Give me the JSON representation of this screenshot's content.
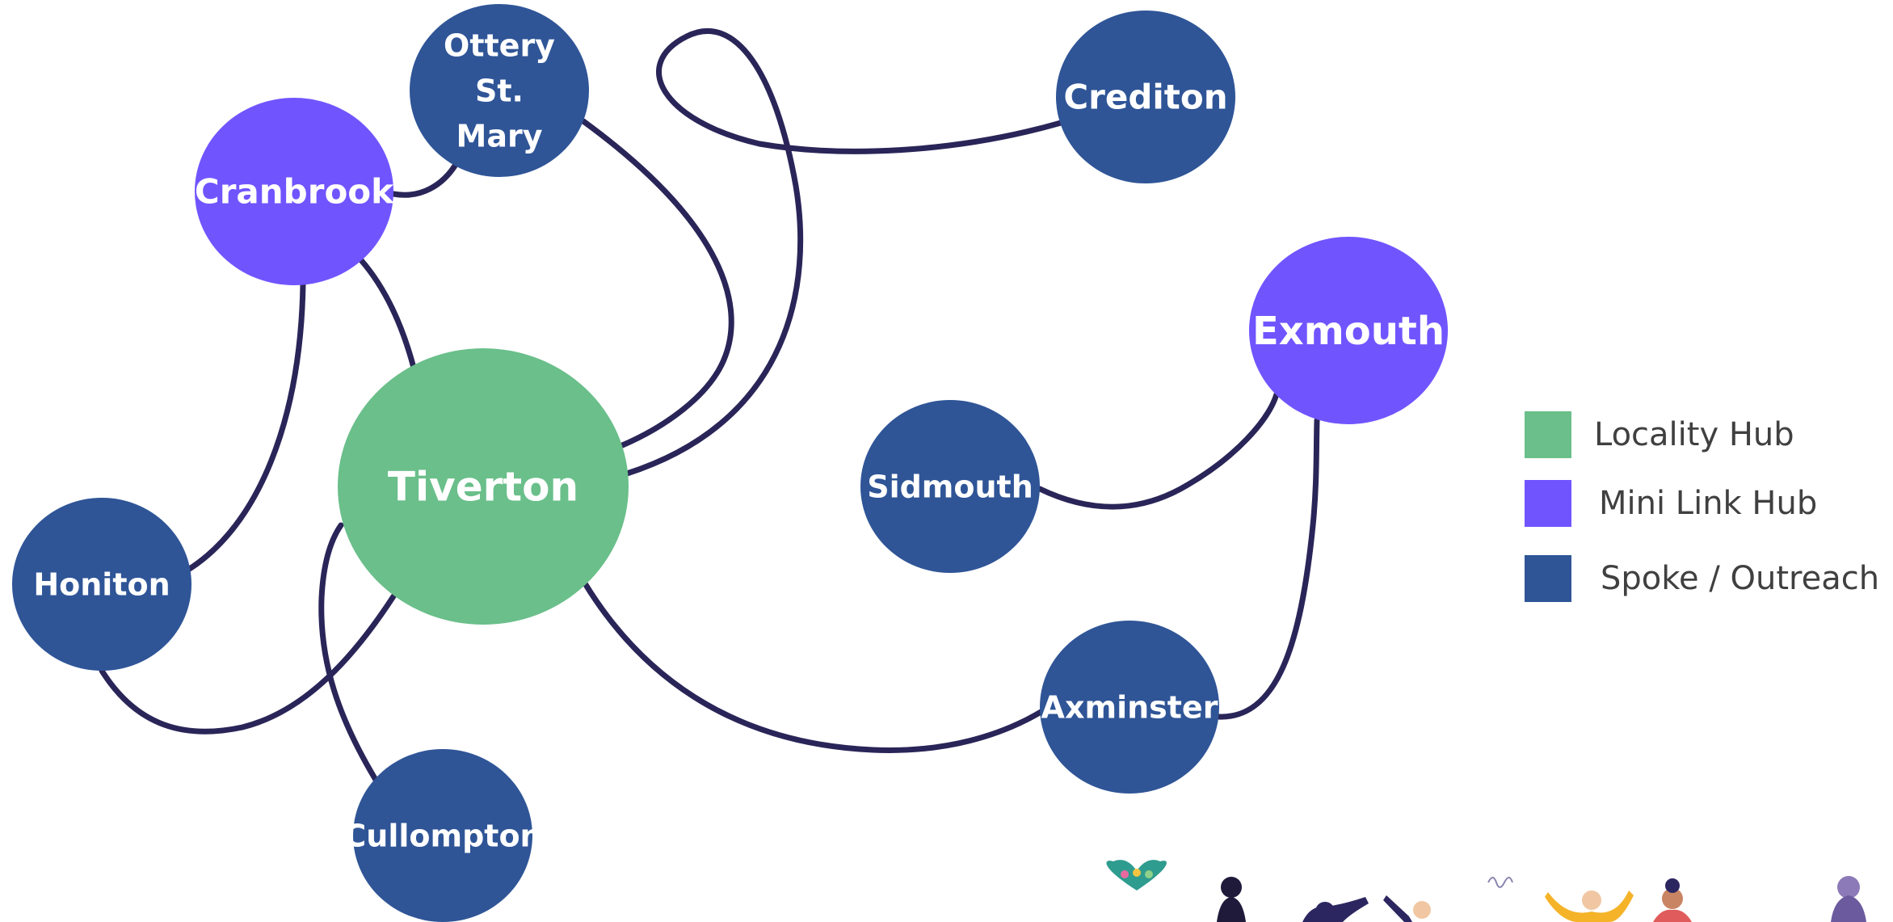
{
  "colors": {
    "locality_hub": "#6abf8a",
    "mini_link_hub": "#7055ff",
    "spoke": "#2f5597",
    "connector": "#2a2558",
    "node_text": "#ffffff",
    "legend_text": "#404040"
  },
  "nodes": {
    "tiverton": {
      "label": [
        "Tiverton"
      ],
      "category": "locality_hub"
    },
    "cranbrook": {
      "label": [
        "Cranbrook"
      ],
      "category": "mini_link_hub"
    },
    "exmouth": {
      "label": [
        "Exmouth"
      ],
      "category": "mini_link_hub"
    },
    "ottery": {
      "label": [
        "Ottery",
        "St.",
        "Mary"
      ],
      "category": "spoke"
    },
    "crediton": {
      "label": [
        "Crediton"
      ],
      "category": "spoke"
    },
    "sidmouth": {
      "label": [
        "Sidmouth"
      ],
      "category": "spoke"
    },
    "honiton": {
      "label": [
        "Honiton"
      ],
      "category": "spoke"
    },
    "axminster": {
      "label": [
        "Axminster"
      ],
      "category": "spoke"
    },
    "cullompton": {
      "label": [
        "Cullompton"
      ],
      "category": "spoke"
    }
  },
  "edges": [
    [
      "cranbrook",
      "ottery"
    ],
    [
      "cranbrook",
      "tiverton"
    ],
    [
      "cranbrook",
      "honiton"
    ],
    [
      "ottery",
      "tiverton"
    ],
    [
      "crediton",
      "tiverton"
    ],
    [
      "honiton",
      "tiverton"
    ],
    [
      "cullompton",
      "tiverton"
    ],
    [
      "tiverton",
      "axminster"
    ],
    [
      "sidmouth",
      "exmouth"
    ],
    [
      "axminster",
      "exmouth"
    ]
  ],
  "legend": {
    "locality_hub": "Locality Hub",
    "mini_link_hub": "Mini Link Hub",
    "spoke": "Spoke / Outreach"
  }
}
